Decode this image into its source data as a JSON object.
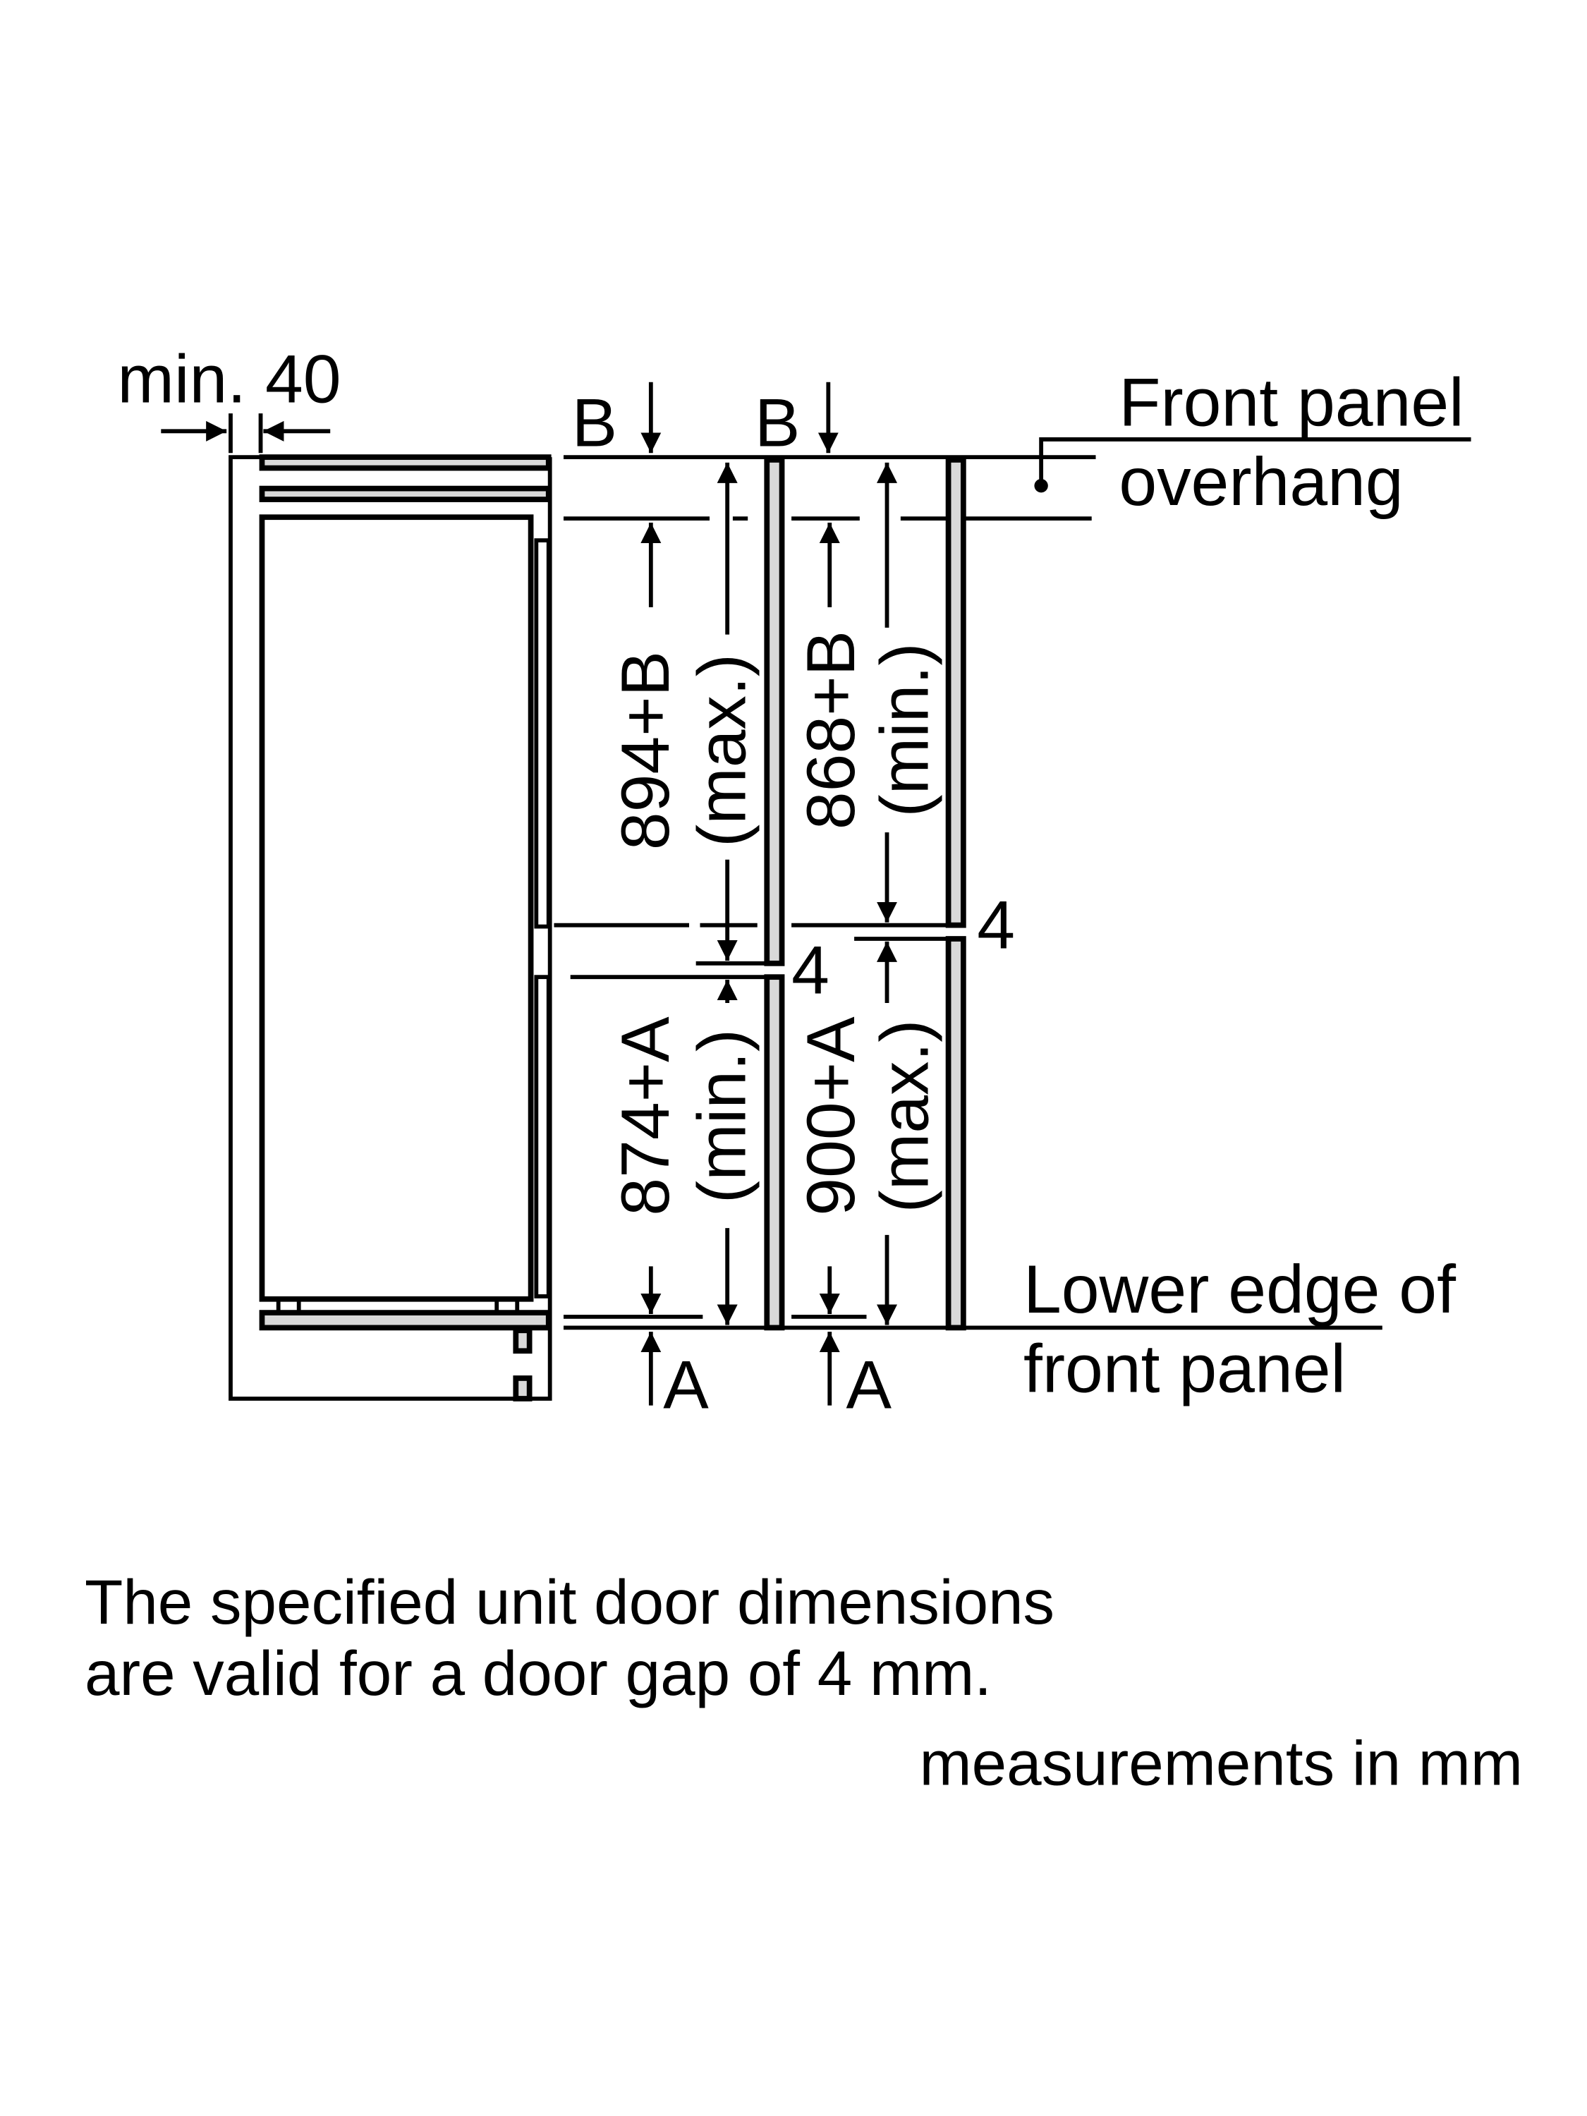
{
  "diagram": {
    "clearance_label": "min. 40",
    "overhang_symbol_top_1": "B",
    "overhang_symbol_top_2": "B",
    "overhang_symbol_bottom_1": "A",
    "overhang_symbol_bottom_2": "A",
    "upper_door_max": "894+B",
    "upper_door_max_qualifier": "(max.)",
    "upper_door_min": "868+B",
    "upper_door_min_qualifier": "(min.)",
    "lower_door_min": "874+A",
    "lower_door_min_qualifier": "(min.)",
    "lower_door_max": "900+A",
    "lower_door_max_qualifier": "(max.)",
    "gap_1": "4",
    "gap_2": "4",
    "front_panel_overhang_line1": "Front panel",
    "front_panel_overhang_line2": "overhang",
    "lower_edge_line1": "Lower edge of",
    "lower_edge_line2": "front panel"
  },
  "notes": {
    "line1": "The specified unit door dimensions",
    "line2": "are valid for a door gap of 4 mm.",
    "units": "measurements in mm"
  }
}
